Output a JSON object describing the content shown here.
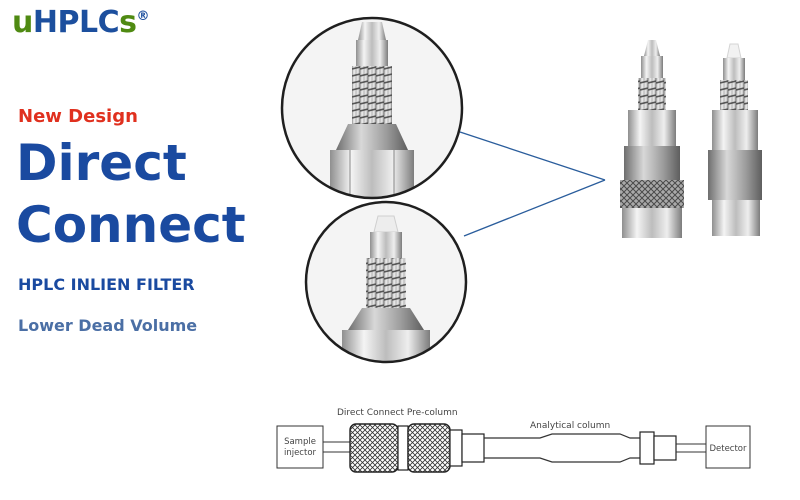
{
  "logo": {
    "u": "u",
    "hplc": "HPLC",
    "s": "s",
    "mark": "®"
  },
  "tagline": "New Design",
  "headline": {
    "line1": "Direct",
    "line2": "Connect"
  },
  "subtitle": "HPLC INLIEN FILTER",
  "feature": "Lower Dead Volume",
  "diagram": {
    "precolumn_label": "Direct Connect Pre-column",
    "analytical_label": "Analytical column",
    "injector_line1": "Sample",
    "injector_line2": "injector",
    "detector_label": "Detector"
  }
}
